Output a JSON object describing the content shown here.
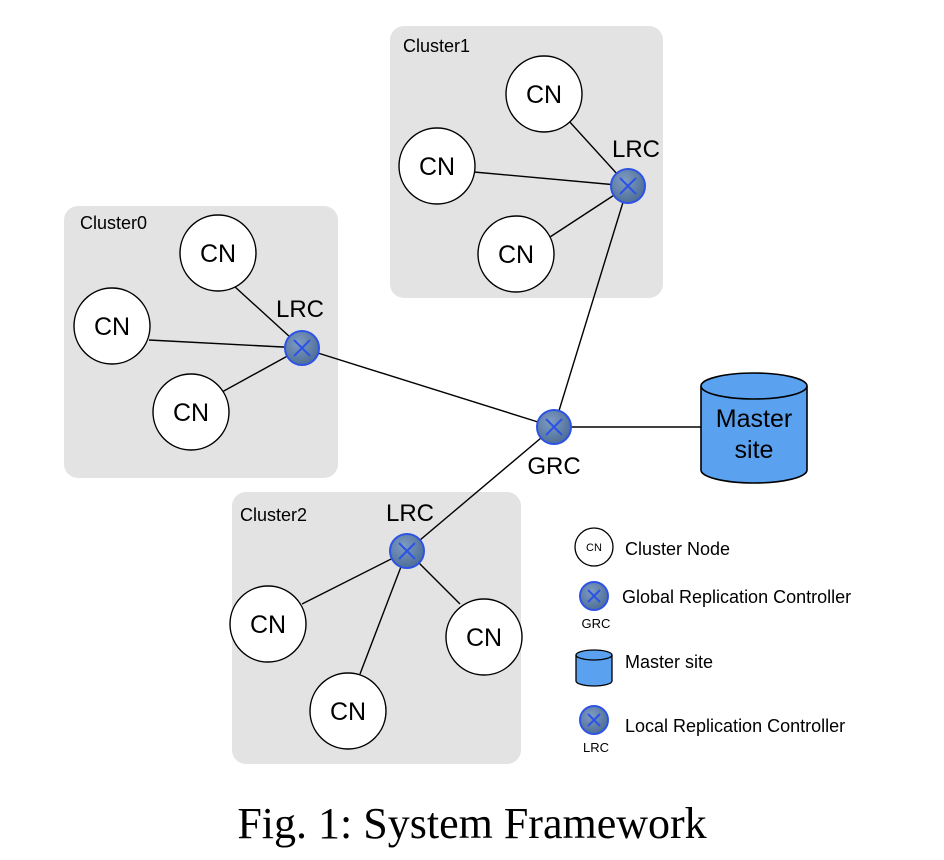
{
  "clusters": {
    "cluster0": {
      "label": "Cluster0",
      "lrc_label": "LRC",
      "nodes": [
        "CN",
        "CN",
        "CN"
      ]
    },
    "cluster1": {
      "label": "Cluster1",
      "lrc_label": "LRC",
      "nodes": [
        "CN",
        "CN",
        "CN"
      ]
    },
    "cluster2": {
      "label": "Cluster2",
      "lrc_label": "LRC",
      "nodes": [
        "CN",
        "CN",
        "CN"
      ]
    }
  },
  "grc": {
    "label": "GRC"
  },
  "master_site": {
    "line1": "Master",
    "line2": "site"
  },
  "legend": {
    "cluster_node": {
      "symbol": "CN",
      "label": "Cluster Node"
    },
    "grc": {
      "sub": "GRC",
      "label": "Global Replication Controller"
    },
    "master_site": {
      "label": "Master site"
    },
    "lrc": {
      "sub": "LRC",
      "label": "Local Replication Controller"
    }
  },
  "caption": "Fig. 1: System Framework",
  "colors": {
    "cluster_bg": "#e3e3e3",
    "controller_fill": "#5b7fa8",
    "controller_stroke": "#2d52e6",
    "master_fill": "#5aa2f0",
    "line": "#000000"
  }
}
